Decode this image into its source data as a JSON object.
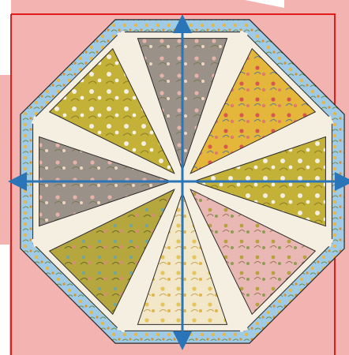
{
  "diagram": {
    "colors": {
      "background": "#f3b3b1",
      "frame_line": "#e21b1b",
      "binding_blue": "#9fcbe6",
      "binding_dot": "#e6b84a",
      "sashing_cream": "#f5efe1",
      "mustard_floral": "#c4b138",
      "grey_floral": "#9a9189",
      "gold_floral": "#e4b63a",
      "pink_floral": "#e9b8b4",
      "olive_floral": "#b5a63e",
      "cream_floral": "#f2e7c9",
      "arrow_blue": "#2a74b8",
      "outline": "#2b2b2b"
    },
    "segments": [
      {
        "name": "grey-scene-wedge",
        "fabric": "grey_floral"
      },
      {
        "name": "gold-floral-wedge",
        "fabric": "gold_floral"
      },
      {
        "name": "mustard-rose-wedge",
        "fabric": "mustard_floral"
      },
      {
        "name": "pink-floral-wedge",
        "fabric": "pink_floral"
      },
      {
        "name": "cream-floral-wedge",
        "fabric": "cream_floral"
      },
      {
        "name": "olive-floral-wedge",
        "fabric": "olive_floral"
      },
      {
        "name": "grey-floral-wedge",
        "fabric": "grey_floral"
      },
      {
        "name": "mustard-blossom-wedge",
        "fabric": "mustard_floral"
      }
    ],
    "arrows": [
      "up",
      "down",
      "left",
      "right"
    ]
  }
}
